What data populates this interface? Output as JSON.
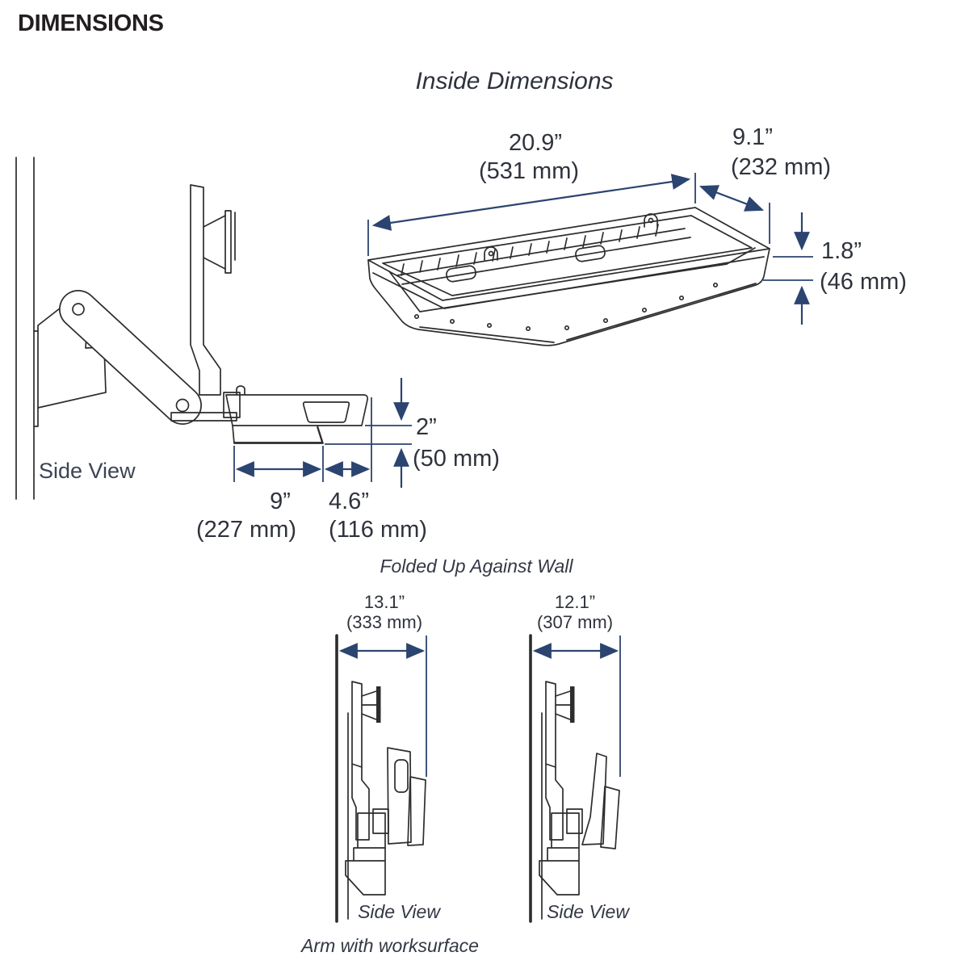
{
  "page": {
    "title": "DIMENSIONS"
  },
  "inside_dimensions": {
    "heading": "Inside Dimensions",
    "length_in": "20.9”",
    "length_mm": "(531 mm)",
    "depth_in": "9.1”",
    "depth_mm": "(232 mm)",
    "height_in": "1.8”",
    "height_mm": "(46 mm)"
  },
  "side_view": {
    "label": "Side View",
    "worksurface_height_in": "2”",
    "worksurface_height_mm": "(50 mm)",
    "worksurface_depth_in": "9”",
    "worksurface_depth_mm": "(227 mm)",
    "worksurface_front_in": "4.6”",
    "worksurface_front_mm": "(116 mm)"
  },
  "folded": {
    "heading": "Folded Up Against Wall",
    "left": {
      "width_in": "13.1”",
      "width_mm": "(333 mm)",
      "label": "Side View"
    },
    "right": {
      "width_in": "12.1”",
      "width_mm": "(307 mm)",
      "label": "Side View"
    },
    "caption": "Arm with worksurface"
  },
  "colors": {
    "dimension_blue": "#2b4470",
    "line_ink": "#2d2d2d",
    "text_dark": "#2f333c"
  }
}
